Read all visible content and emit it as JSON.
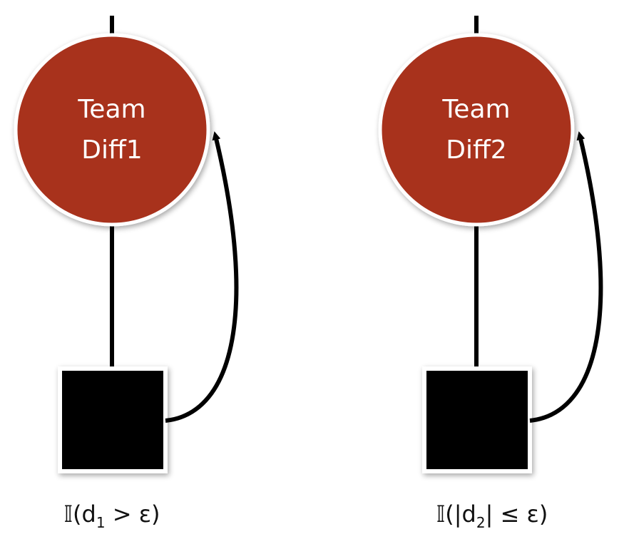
{
  "colors": {
    "node_fill": "#A8311F",
    "node_border": "#ffffff",
    "factor_fill": "#000000",
    "edge": "#000000",
    "label_text": "#111111"
  },
  "nodes": [
    {
      "id": "team-diff1",
      "label_line1": "Team",
      "label_line2": "Diff1"
    },
    {
      "id": "team-diff2",
      "label_line1": "Team",
      "label_line2": "Diff2"
    }
  ],
  "factors": [
    {
      "id": "factor-1",
      "label": {
        "prefix": "𝕀(d",
        "subscript": "1",
        "suffix": " > ε)"
      }
    },
    {
      "id": "factor-2",
      "label": {
        "prefix": "𝕀(|d",
        "subscript": "2",
        "suffix": "| ≤ ε)"
      }
    }
  ]
}
